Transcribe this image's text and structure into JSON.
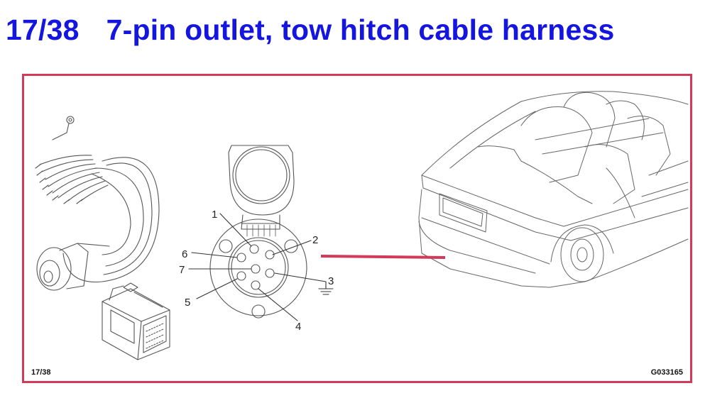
{
  "title": {
    "number": "17/38",
    "text": "7-pin outlet, tow hitch cable harness"
  },
  "diagram": {
    "frame_color": "#d23a59",
    "title_color": "#1515e0",
    "connector_line_color": "#d23a59",
    "pins": [
      {
        "id": "pin-1",
        "label": "1"
      },
      {
        "id": "pin-2",
        "label": "2"
      },
      {
        "id": "pin-3",
        "label": "3"
      },
      {
        "id": "pin-4",
        "label": "4"
      },
      {
        "id": "pin-5",
        "label": "5"
      },
      {
        "id": "pin-6",
        "label": "6"
      },
      {
        "id": "pin-7",
        "label": "7"
      }
    ],
    "page_ref": "17/38",
    "figure_code": "G033165"
  }
}
